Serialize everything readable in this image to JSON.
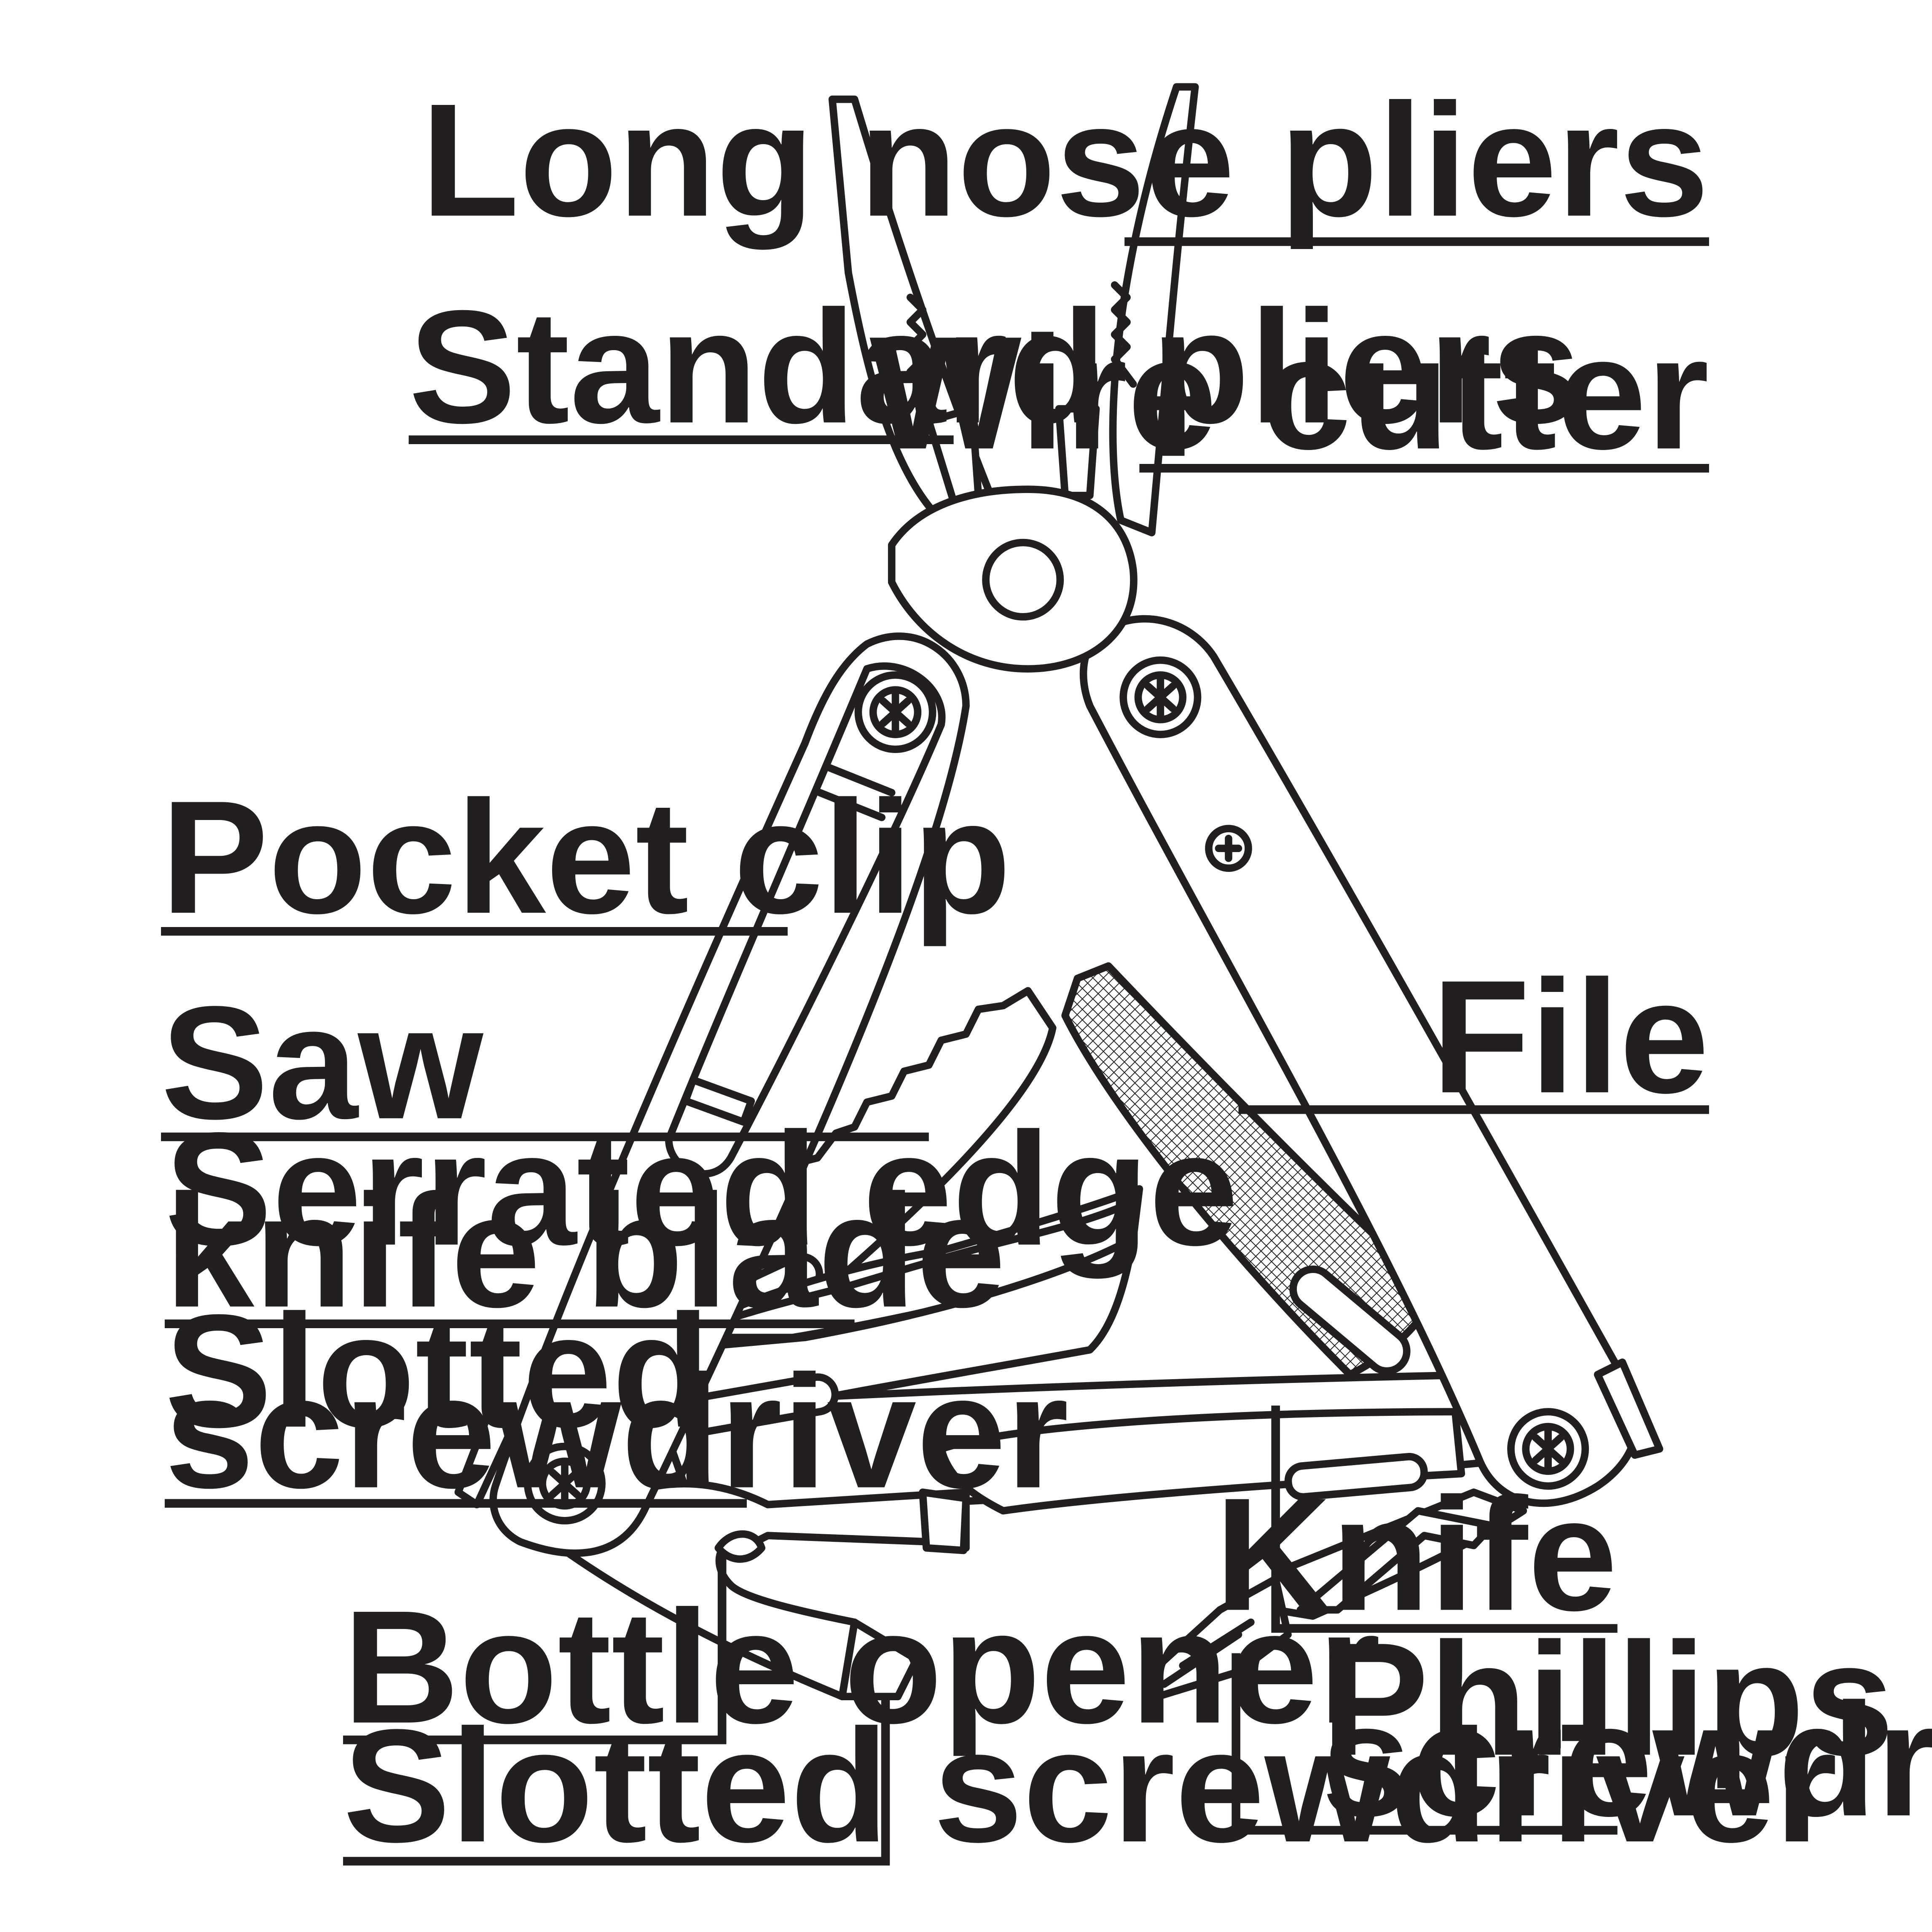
{
  "colors": {
    "line": "#231f20",
    "background": "#ffffff"
  },
  "labels": {
    "long_nose_pliers": "Long nose pliers",
    "standard_pliers": "Standard pliers",
    "wire_cutter": "Wire cutter",
    "pocket_clip": "Pocket clip",
    "saw": "Saw",
    "file": "File",
    "serrated_knife_line1": "Serrated edge",
    "serrated_knife_line2": "knife blade",
    "slotted_screwdriver_left_line1": "Slotted",
    "slotted_screwdriver_left_line2": "screwdriver",
    "knife": "Knife",
    "bottle_opener": "Bottle opener",
    "slotted_screwdriver_bottom": "Slotted screwdriver",
    "phillips_line1": "Phillips",
    "phillips_line2": "screwdriver"
  }
}
